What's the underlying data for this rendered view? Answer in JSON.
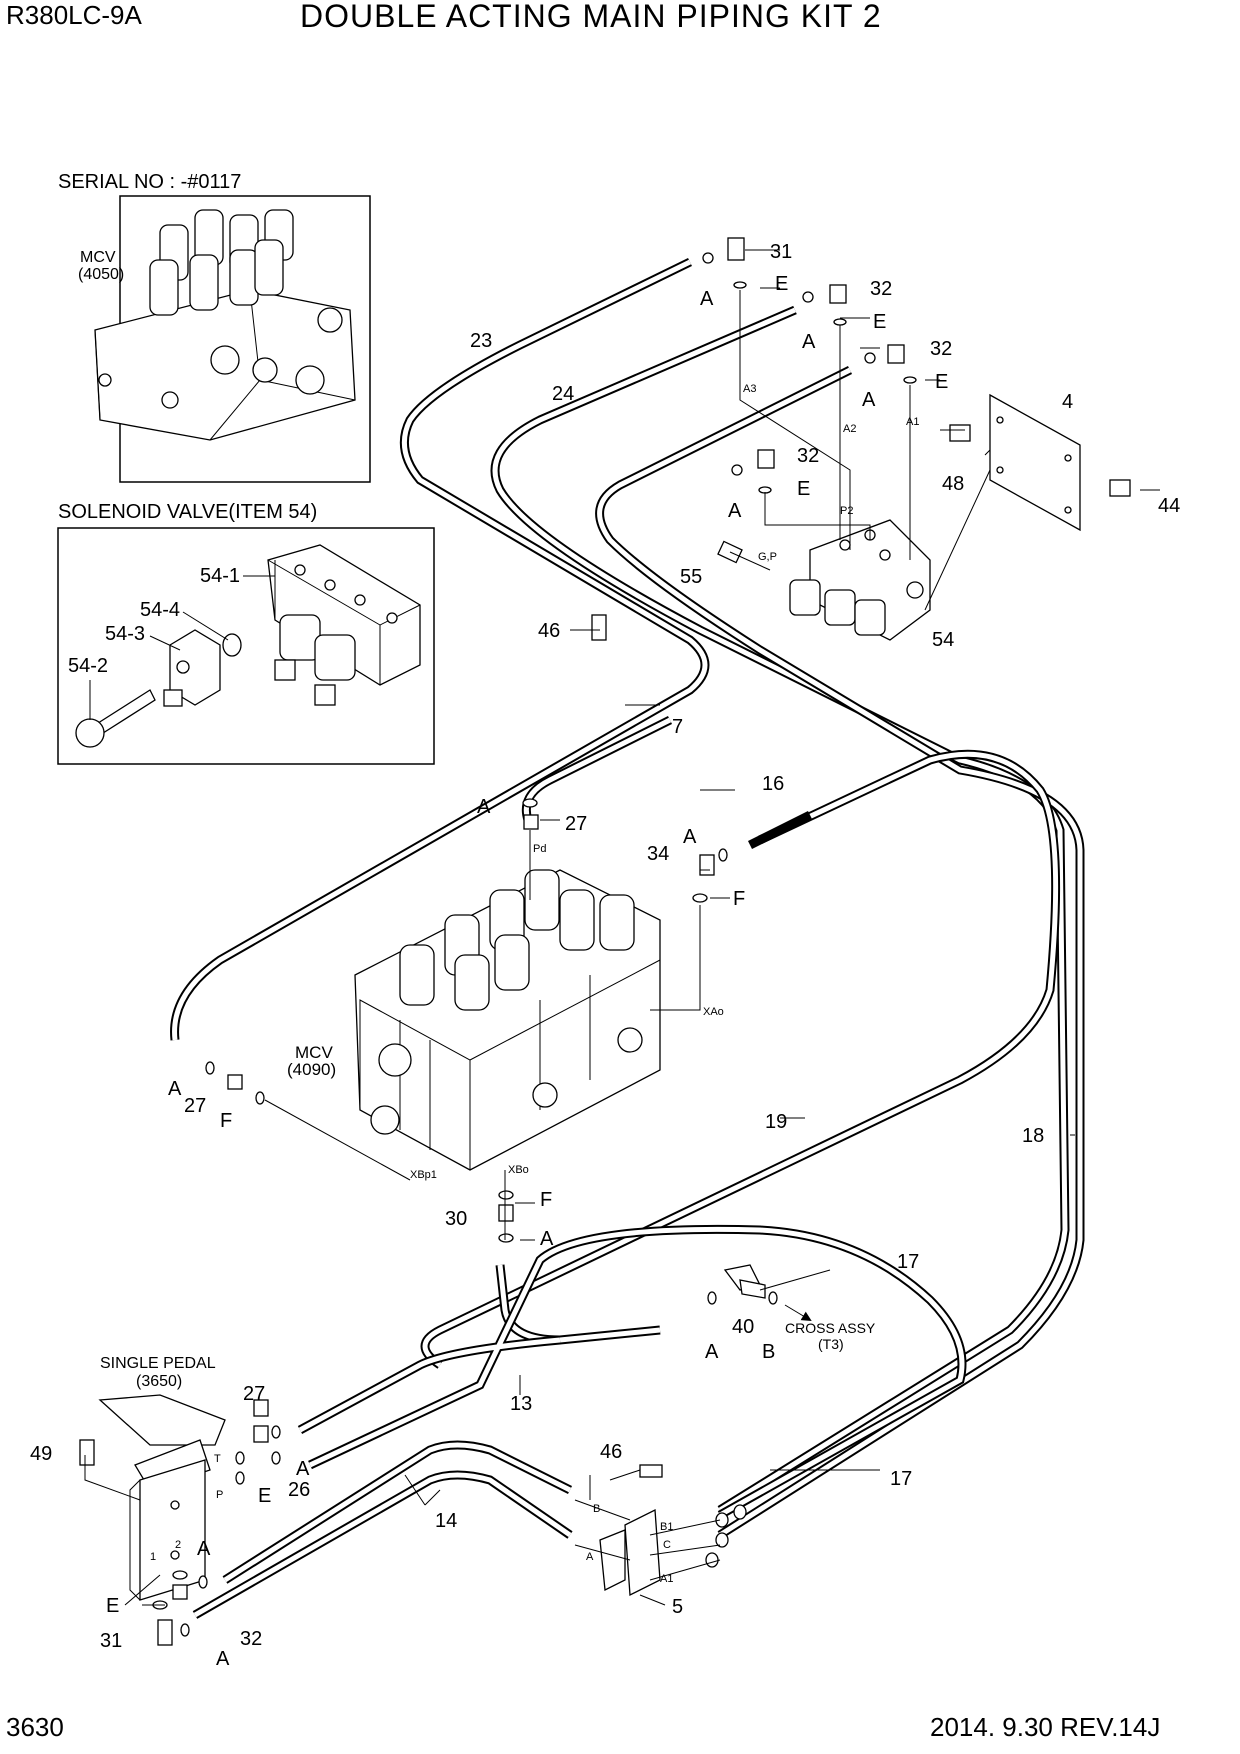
{
  "header": {
    "model": "R380LC-9A",
    "title": "DOUBLE ACTING MAIN PIPING KIT 2"
  },
  "footer": {
    "page_number": "3630",
    "revision": "2014. 9.30  REV.14J"
  },
  "insets": {
    "serial": {
      "caption": "SERIAL NO : -#0117",
      "mcv_label": "MCV",
      "mcv_code": "(4050)"
    },
    "solenoid": {
      "caption": "SOLENOID VALVE(ITEM 54)",
      "callouts": [
        "54-1",
        "54-4",
        "54-3",
        "54-2"
      ]
    }
  },
  "main_mcv": {
    "label": "MCV",
    "code": "(4090)"
  },
  "pedal": {
    "label": "SINGLE PEDAL",
    "code": "(3650)"
  },
  "cross_assy": {
    "label": "CROSS ASSY",
    "code": "(T3)"
  },
  "callouts": {
    "c31a": "31",
    "c32a": "32",
    "c32b": "32",
    "c32c": "32",
    "c23": "23",
    "c24": "24",
    "c4": "4",
    "c48": "48",
    "c44": "44",
    "c55": "55",
    "c54": "54",
    "c46a": "46",
    "c7": "7",
    "c16": "16",
    "c34": "34",
    "c27a": "27",
    "c27b": "27",
    "c27c": "27",
    "c19": "19",
    "c18": "18",
    "c30": "30",
    "c17a": "17",
    "c17b": "17",
    "c40": "40",
    "c13": "13",
    "c49": "49",
    "c26": "26",
    "c14": "14",
    "c46b": "46",
    "c5": "5",
    "c31b": "31",
    "c32d": "32"
  },
  "seal_letters": {
    "A": "A",
    "E": "E",
    "F": "F",
    "B": "B"
  },
  "port_labels": {
    "A3": "A3",
    "A2": "A2",
    "A1": "A1",
    "P2": "P2",
    "GP": "G,P",
    "Pd": "Pd",
    "XAo": "XAo",
    "XBp1": "XBp1",
    "XBo": "XBo",
    "B": "B",
    "B1": "B1",
    "C": "C",
    "A": "A",
    "A1b": "A1",
    "T": "T",
    "P": "P",
    "p1": "1",
    "p2": "2"
  }
}
